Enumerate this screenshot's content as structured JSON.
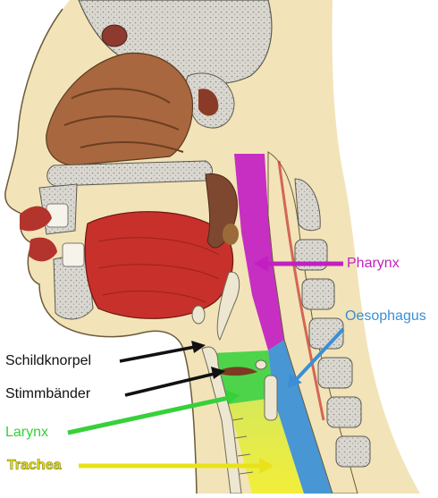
{
  "labels": {
    "pharynx": "Pharynx",
    "oesophagus": "Oesophagus",
    "schildknorpel": "Schildknorpel",
    "stimmbaender": "Stimmbänder",
    "larynx": "Larynx",
    "trachea": "Trachea"
  },
  "colors": {
    "pharynx": "#c21fc2",
    "oesophagus": "#3a8fd6",
    "larynx": "#36d13a",
    "trachea": "#e8e21a",
    "pointer": "#111111"
  }
}
